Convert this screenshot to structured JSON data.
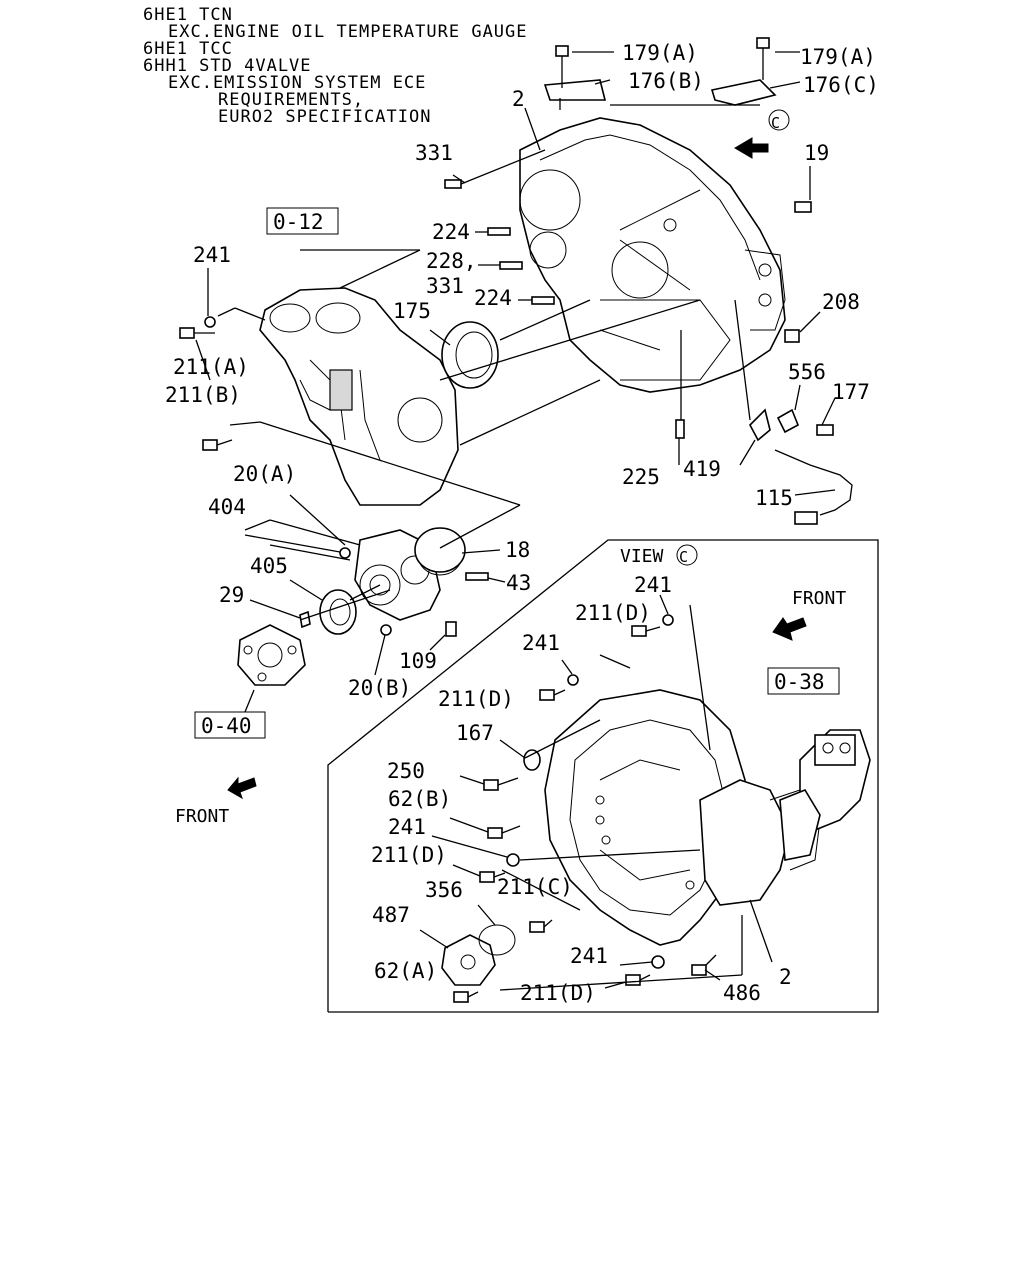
{
  "header_notes": [
    "6HE1 TCN",
    "EXC.ENGINE OIL TEMPERATURE GAUGE",
    "6HE1 TCC",
    "6HH1 STD 4VALVE",
    "EXC.EMISSION SYSTEM ECE",
    "REQUIREMENTS,",
    "EURO2 SPECIFICATION"
  ],
  "ref_boxes": {
    "top_left": "0-12",
    "bottom_left": "0-40",
    "view_right": "0-38"
  },
  "direction_labels": {
    "front_left": "FRONT",
    "front_view": "FRONT"
  },
  "view_title": "VIEW",
  "view_letter": "C",
  "callout_letter": "C",
  "part_labels": {
    "p179a_1": "179(A)",
    "p179a_2": "179(A)",
    "p176b": "176(B)",
    "p176c": "176(C)",
    "p2_top": "2",
    "p19": "19",
    "p331_top": "331",
    "p224_a": "224",
    "p228": "228,",
    "p331_mid": "331",
    "p224_b": "224",
    "p241_left": "241",
    "p175": "175",
    "p208": "208",
    "p211a": "211(A)",
    "p211b": "211(B)",
    "p556": "556",
    "p177": "177",
    "p20a": "20(A)",
    "p225": "225",
    "p419": "419",
    "p404": "404",
    "p115": "115",
    "p18": "18",
    "p405": "405",
    "p43": "43",
    "p29": "29",
    "p109": "109",
    "p20b": "20(B)",
    "v241_a": "241",
    "v211d_a": "211(D)",
    "v241_b": "241",
    "v211d_b": "211(D)",
    "v167": "167",
    "v250": "250",
    "v62b": "62(B)",
    "v241_c": "241",
    "v211d_c": "211(D)",
    "v356": "356",
    "v211c": "211(C)",
    "v487": "487",
    "v62a": "62(A)",
    "v241_d": "241",
    "v211d_d": "211(D)",
    "v486": "486",
    "v2": "2"
  }
}
